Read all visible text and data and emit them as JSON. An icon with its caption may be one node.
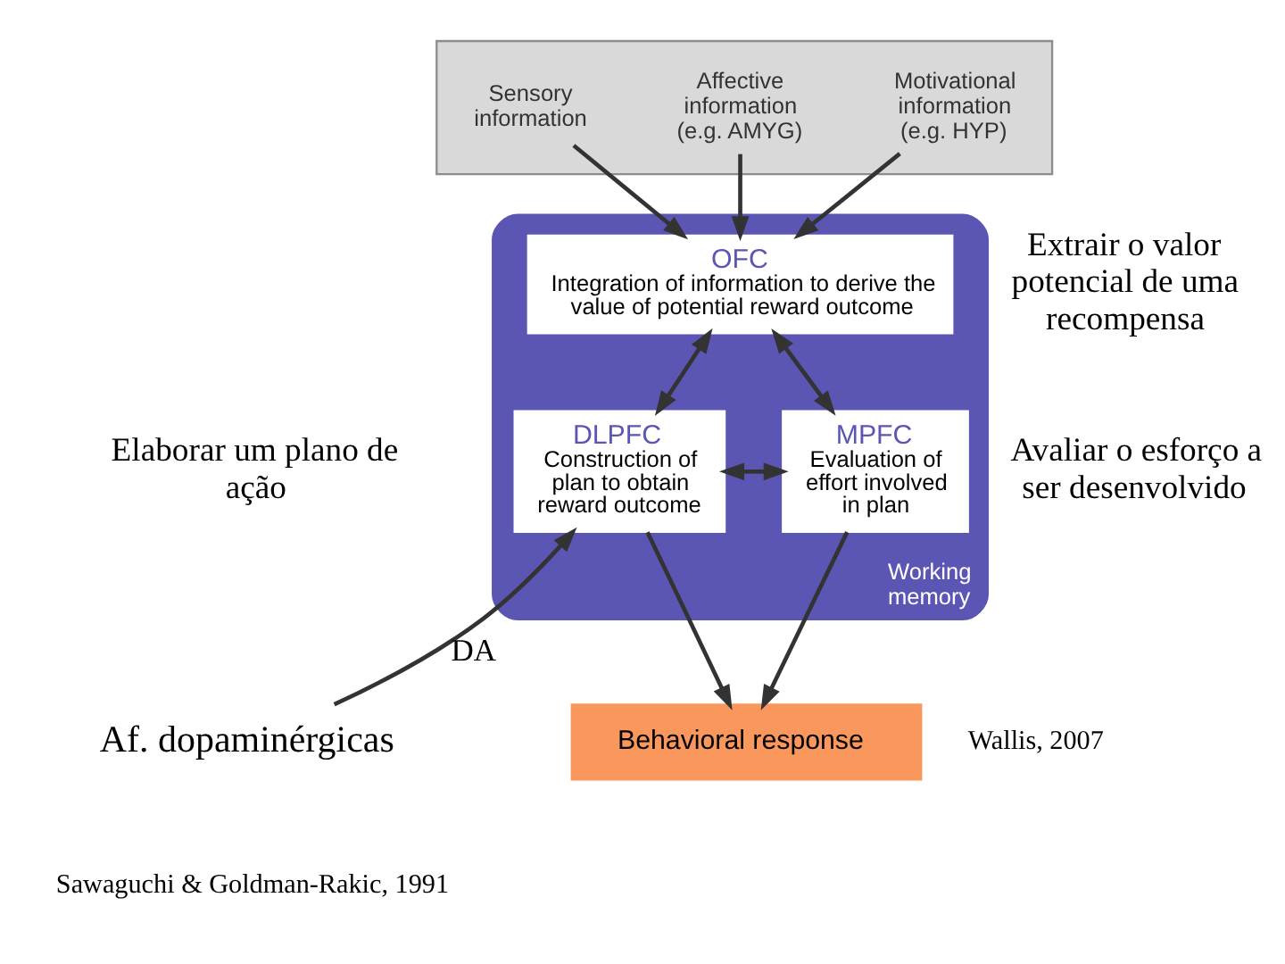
{
  "diagram": {
    "nodes": [
      {
        "text": [],
        "shape": "box"
      },
      {
        "text": [
          "Sensory information"
        ],
        "in": 0
      },
      {
        "text": [
          "Affective information",
          "(e.g. AMYG)"
        ],
        "in": 0
      },
      {
        "text": [
          "Motivational information",
          "(e.g. HYP)"
        ],
        "in": 0
      },
      {
        "text": [
          "Working memory"
        ]
      },
      {
        "text": [
          "OFC",
          "Integration of information to derive the value of potential reward outcome"
        ],
        "in": 4,
        "beside": [
          "Extrair o valor potencial de uma recompensa"
        ]
      },
      {
        "text": [
          "DLPFC",
          "Construction of plan to obtain reward outcome"
        ],
        "in": 4,
        "beside": [
          "Elaborar um plano de ação"
        ]
      },
      {
        "text": [
          "MPFC",
          "Evaluation of effort involved in plan"
        ],
        "in": 4,
        "beside": [
          "Avaliar o esforço a ser desenvolvido"
        ]
      },
      {
        "text": [
          "Af. dopaminérgicas"
        ]
      },
      {
        "text": [
          "Behavioral response"
        ]
      }
    ],
    "edges": [
      {
        "from": 1,
        "to": 5,
        "arrow": "to"
      },
      {
        "from": 2,
        "to": 5,
        "arrow": "to"
      },
      {
        "from": 3,
        "to": 5,
        "arrow": "to"
      },
      {
        "from": 5,
        "to": 6,
        "arrow": "both"
      },
      {
        "from": 5,
        "to": 7,
        "arrow": "both"
      },
      {
        "from": 6,
        "to": 7,
        "arrow": "both"
      },
      {
        "from": 8,
        "to": 6,
        "arrow": "to",
        "label": "DA"
      },
      {
        "from": 6,
        "to": 9,
        "arrow": "to"
      },
      {
        "from": 7,
        "to": 9,
        "arrow": "to"
      }
    ],
    "labels": [
      "Sawaguchi & Goldman-Rakic, 1991",
      "Wallis, 2007"
    ]
  }
}
